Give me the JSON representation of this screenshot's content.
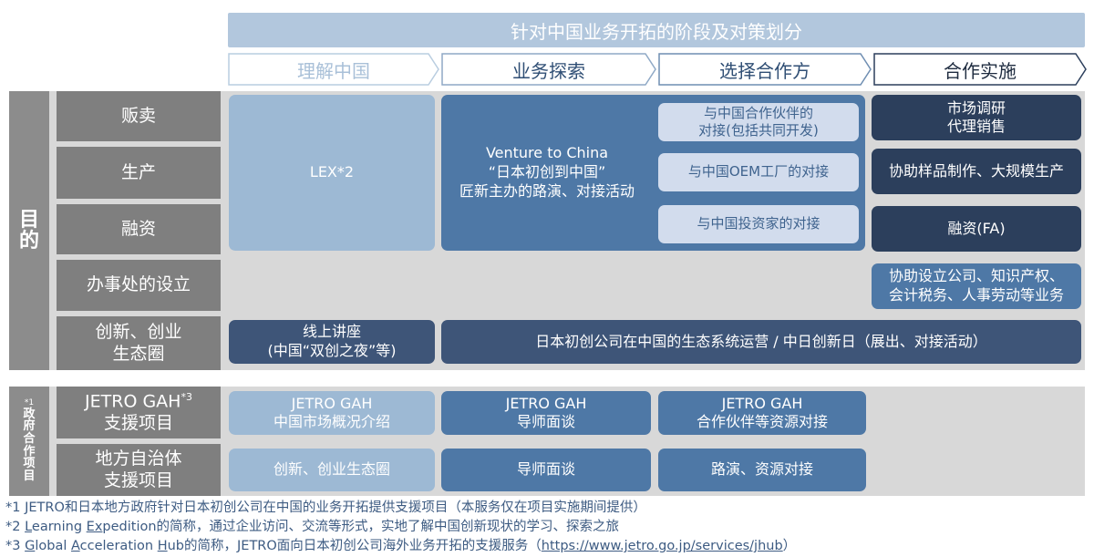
{
  "title": "针对中国业务开拓的阶段及对策划分",
  "stages": [
    "理解中国",
    "业务探索",
    "选择合作方",
    "合作实施"
  ],
  "purpose_label": [
    "目",
    "的"
  ],
  "gov_label": {
    "mark": "*1",
    "chars": [
      "政",
      "府",
      "合",
      "作",
      "项",
      "目"
    ]
  },
  "rows": {
    "sales": "贩卖",
    "production": "生产",
    "financing": "融资",
    "office": "办事处的设立",
    "innovation": [
      "创新、创业",
      "生态圈"
    ],
    "gah": {
      "text": "JETRO GAH",
      "sup": "*3",
      "line2": "支援项目"
    },
    "local": [
      "地方自治体",
      "支援项目"
    ]
  },
  "cells": {
    "lex": "LEX*2",
    "vtc": [
      "Venture to China",
      "“日本初创到中国”",
      "匠新主办的路演、对接活动"
    ],
    "partner_match": [
      "与中国合作伙伴的",
      "对接(包括共同开发)"
    ],
    "oem_match": "与中国OEM工厂的对接",
    "investor_match": "与中国投资家的对接",
    "research": [
      "市场调研",
      "代理销售"
    ],
    "sample": "协助样品制作、大规模生产",
    "fa": "融资(FA)",
    "office_support": [
      "协助设立公司、知识产权、",
      "会计税务、人事劳动等业务"
    ],
    "online": [
      "线上讲座",
      "(中国“双创之夜”等)"
    ],
    "ecosystem": "日本初创公司在中国的生态系统运营 / 中日创新日（展出、对接活动）",
    "gah1": [
      "JETRO GAH",
      "中国市场概况介绍"
    ],
    "gah2": [
      "JETRO GAH",
      "导师面谈"
    ],
    "gah3": [
      "JETRO GAH",
      "合作伙伴等资源对接"
    ],
    "local1": "创新、创业生态圈",
    "local2": "导师面谈",
    "local3": "路演、资源对接"
  },
  "footnotes": {
    "n1": "*1 JETRO和日本地方政府针对日本初创公司在中国的业务开拓提供支援项目（本服务仅在项目实施期间提供）",
    "n2": {
      "a": "*2 ",
      "b": "L",
      "c": "earning ",
      "d": "Ex",
      "e": "pedition的简称，通过企业访问、交流等形式，实地了解中国创新现状的学习、探索之旅"
    },
    "n3": {
      "a": "*3 ",
      "b": "G",
      "c": "lobal ",
      "d": "A",
      "e": "cceleration ",
      "f": "H",
      "g": "ub的简称，JETRO面向日本初创公司海外业务开拓的支援服务（",
      "h": "https://www.jetro.go.jp/services/jhub",
      "i": "）"
    }
  },
  "colors": {
    "light": "#9db9d4",
    "mid": "#4e78a6",
    "dark": "#2c3f5c",
    "inner": "#d2dced",
    "band": "#d8d8d8",
    "label": "#7f7f7f"
  }
}
